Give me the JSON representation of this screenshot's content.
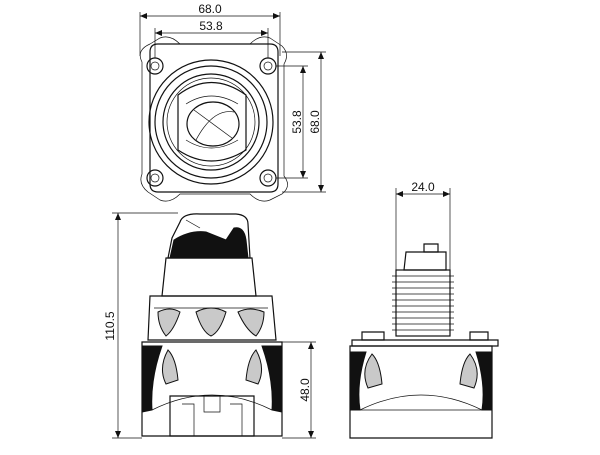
{
  "dimensions": {
    "top_width_outer": "68.0",
    "top_width_inner": "53.8",
    "top_height_inner": "53.8",
    "top_height_outer": "68.0",
    "front_total_height": "110.5",
    "front_base_height": "48.0",
    "side_shaft_width": "24.0"
  }
}
